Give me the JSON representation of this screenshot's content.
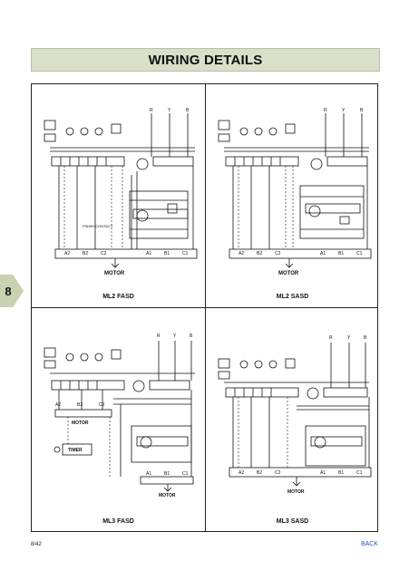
{
  "header": {
    "title": "WIRING DETAILS"
  },
  "section_tab": {
    "number": "8"
  },
  "diagrams": [
    {
      "caption": "ML2 FASD",
      "motor_label": "MOTOR",
      "top_terminals": [
        "R",
        "Y",
        "B"
      ],
      "bottom_terminals": [
        "A2",
        "B2",
        "C2",
        "A1",
        "B1",
        "C1"
      ],
      "note": "FINISH CONTACT"
    },
    {
      "caption": "ML2 SASD",
      "motor_label": "MOTOR",
      "top_terminals": [
        "R",
        "Y",
        "B"
      ],
      "bottom_terminals": [
        "A2",
        "B2",
        "C2",
        "A1",
        "B1",
        "C1"
      ]
    },
    {
      "caption": "ML3 FASD",
      "motor_label": "MOTOR",
      "timer_label": "TIMER",
      "top_terminals": [
        "R",
        "Y",
        "B"
      ],
      "bottom_terminals": [
        "A1",
        "B1",
        "C1"
      ],
      "mid_terminals": [
        "A2",
        "B2",
        "C2"
      ]
    },
    {
      "caption": "ML3 SASD",
      "motor_label": "MOTOR",
      "top_terminals": [
        "R",
        "Y",
        "B"
      ],
      "bottom_terminals": [
        "A2",
        "B2",
        "C2",
        "A1",
        "B1",
        "C1"
      ]
    }
  ],
  "footer": {
    "page": "8/42",
    "back_label": "BACK"
  }
}
